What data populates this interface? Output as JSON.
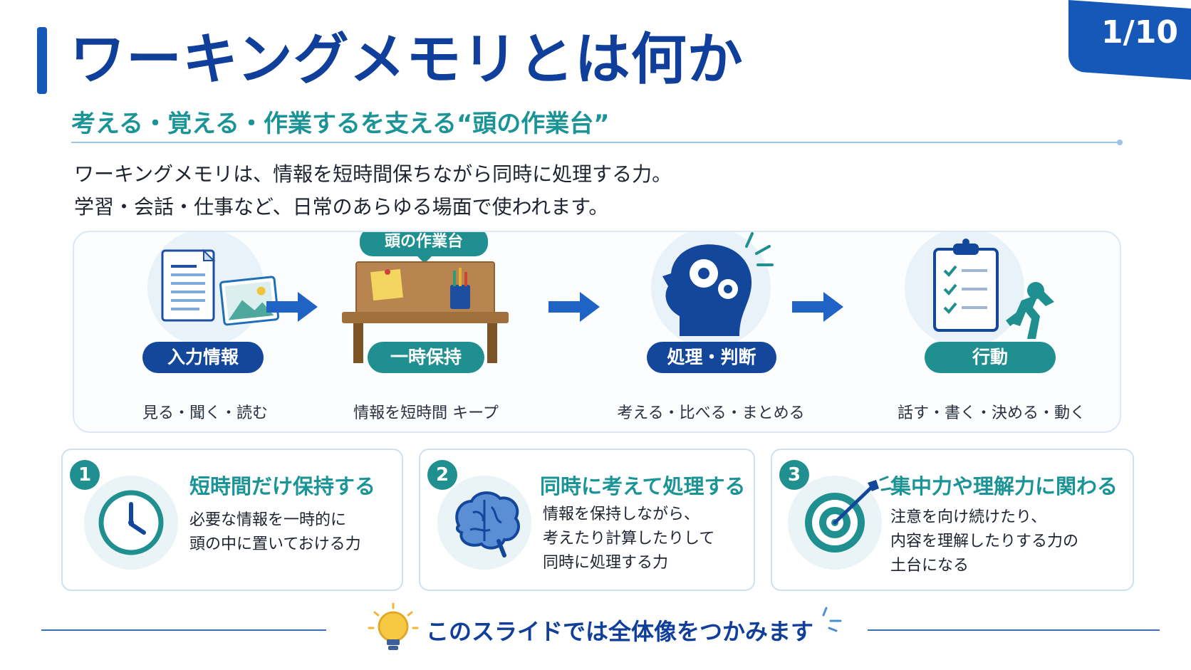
{
  "header": {
    "title": "ワーキングメモリとは何か",
    "page_number": "1/10",
    "subtitle": "考える・覚える・作業するを支える“頭の作業台”"
  },
  "intro": {
    "line1": "ワーキングメモリは、情報を短時間保ちながら同時に処理する力。",
    "line2": "学習・会話・仕事など、日常のあらゆる場面で使われます。"
  },
  "flow": {
    "workbench_label": "頭の作業台",
    "steps": [
      {
        "label": "入力情報",
        "desc": "見る・聞く・読む",
        "icon": "document-image-icon"
      },
      {
        "label": "一時保持",
        "desc": "情報を短時間 キープ",
        "icon": "workbench-icon"
      },
      {
        "label": "処理・判断",
        "desc": "考える・比べる・まとめる",
        "icon": "head-gears-icon"
      },
      {
        "label": "行動",
        "desc": "話す・書く・決める・動く",
        "icon": "clipboard-runner-icon"
      }
    ]
  },
  "cards": [
    {
      "num": "1",
      "title": "短時間だけ保持する",
      "body": [
        "必要な情報を一時的に",
        "頭の中に置いておける力"
      ],
      "icon": "clock-icon"
    },
    {
      "num": "2",
      "title": "同時に考えて処理する",
      "body": [
        "情報を保持しながら、",
        "考えたり計算したりして",
        "同時に処理する力"
      ],
      "icon": "brain-icon"
    },
    {
      "num": "3",
      "title": "集中力や理解力に関わる",
      "body": [
        "注意を向け続けたり、",
        "内容を理解したりする力の",
        "土台になる"
      ],
      "icon": "target-icon"
    }
  ],
  "footer": {
    "text": "このスライドでは全体像をつかみます",
    "icon": "lightbulb-icon"
  },
  "colors": {
    "navy": "#0f3f9a",
    "blue": "#1558b8",
    "teal": "#1f8f8f"
  }
}
